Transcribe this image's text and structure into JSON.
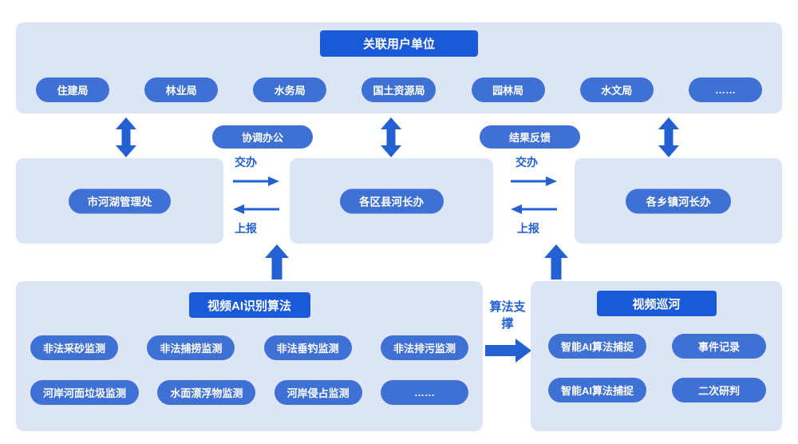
{
  "colors": {
    "panel_bg": "#dce5f5",
    "title_bg": "#1a5ad9",
    "pill_bg": "#3f70d4",
    "arrow": "#2361d2",
    "flow_text": "#2361d2"
  },
  "top_panel": {
    "title": "关联用户单位",
    "units": [
      "住建局",
      "林业局",
      "水务局",
      "国土资源局",
      "园林局",
      "水文局",
      "……"
    ]
  },
  "flow": {
    "coordination": "协调办公",
    "feedback": "结果反馈",
    "assign": "交办",
    "report": "上报"
  },
  "middle_row": {
    "left": "市河湖管理处",
    "center": "各区县河长办",
    "right": "各乡镇河长办"
  },
  "bottom_left": {
    "title": "视频AI识别算法",
    "row1": [
      "非法采砂监测",
      "非法捕捞监测",
      "非法垂钓监测",
      "非法排污监测"
    ],
    "row2": [
      "河岸河面垃圾监测",
      "水面漂浮物监测",
      "河岸侵占监测",
      "……"
    ]
  },
  "support": {
    "label": "算法支撑"
  },
  "bottom_right": {
    "title": "视频巡河",
    "row1": [
      "智能AI算法捕捉",
      "事件记录"
    ],
    "row2": [
      "智能AI算法捕捉",
      "二次研判"
    ]
  }
}
